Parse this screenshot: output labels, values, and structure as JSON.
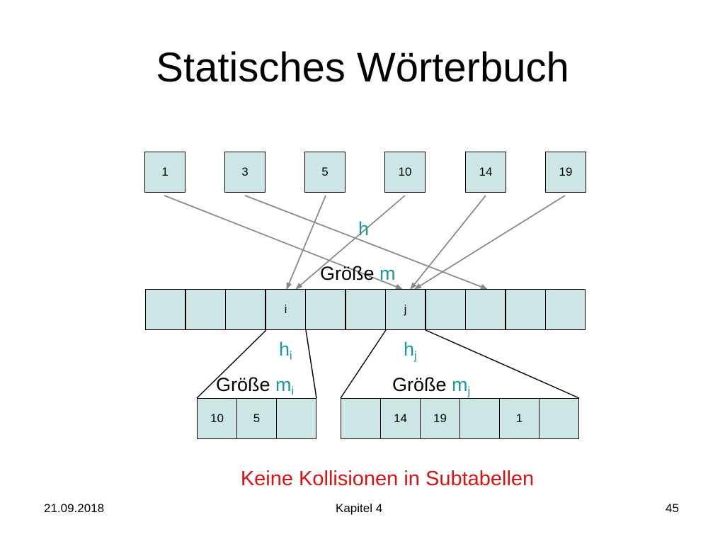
{
  "slide": {
    "title": "Statisches Wörterbuch",
    "note": "Keine Kollisionen in Subtabellen"
  },
  "diagram": {
    "keys": [
      "1",
      "3",
      "5",
      "10",
      "14",
      "19"
    ],
    "hash_label": "h",
    "table": {
      "size_word": "Größe",
      "size_var": "m",
      "cells": [
        "",
        "",
        "",
        "i",
        "",
        "",
        "j",
        "",
        "",
        "",
        "",
        ""
      ]
    },
    "hi_base": "h",
    "hi_sub": "i",
    "hj_base": "h",
    "hj_sub": "j",
    "sub_i": {
      "size_word": "Größe",
      "size_var": "m",
      "size_sub": "i",
      "cells": [
        "10",
        "5",
        ""
      ]
    },
    "sub_j": {
      "size_word": "Größe",
      "size_var": "m",
      "size_sub": "j",
      "cells": [
        "",
        "14",
        "19",
        "",
        "1",
        ""
      ]
    }
  },
  "footer": {
    "date": "21.09.2018",
    "chapter": "Kapitel 4",
    "page": "45"
  },
  "colors": {
    "cell_fill": "#cce6e6",
    "accent": "#1a9999",
    "note": "#dd1111",
    "arrow": "#888888"
  }
}
